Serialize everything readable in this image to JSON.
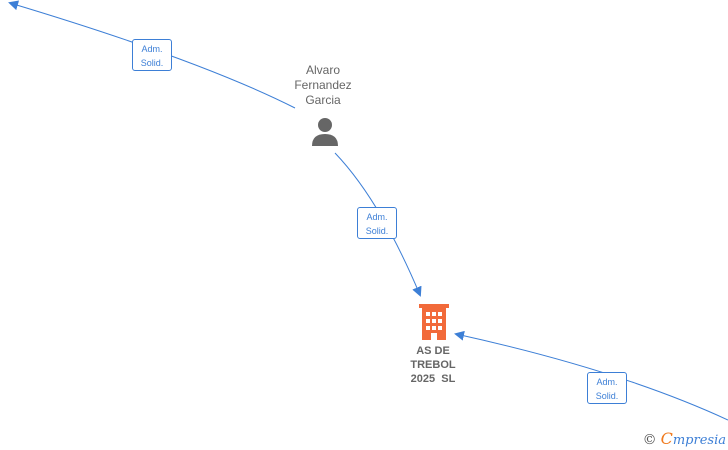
{
  "nodes": {
    "person": {
      "name_lines": [
        "Alvaro",
        "Fernandez",
        "Garcia"
      ],
      "icon": "person-icon",
      "color": "#666666"
    },
    "company": {
      "name_lines": [
        "AS DE",
        "TREBOL",
        "2025  SL"
      ],
      "icon": "building-icon",
      "color": "#f26a3a"
    }
  },
  "edges": [
    {
      "label_lines": [
        "Adm.",
        "Solid."
      ]
    },
    {
      "label_lines": [
        "Adm.",
        "Solid."
      ]
    },
    {
      "label_lines": [
        "Adm.",
        "Solid."
      ]
    }
  ],
  "colors": {
    "edge": "#3d7fd6",
    "text": "#666666",
    "brand_accent": "#f07a1e"
  },
  "watermark": {
    "copyright": "©",
    "brand_first": "C",
    "brand_rest": "mpresia"
  }
}
